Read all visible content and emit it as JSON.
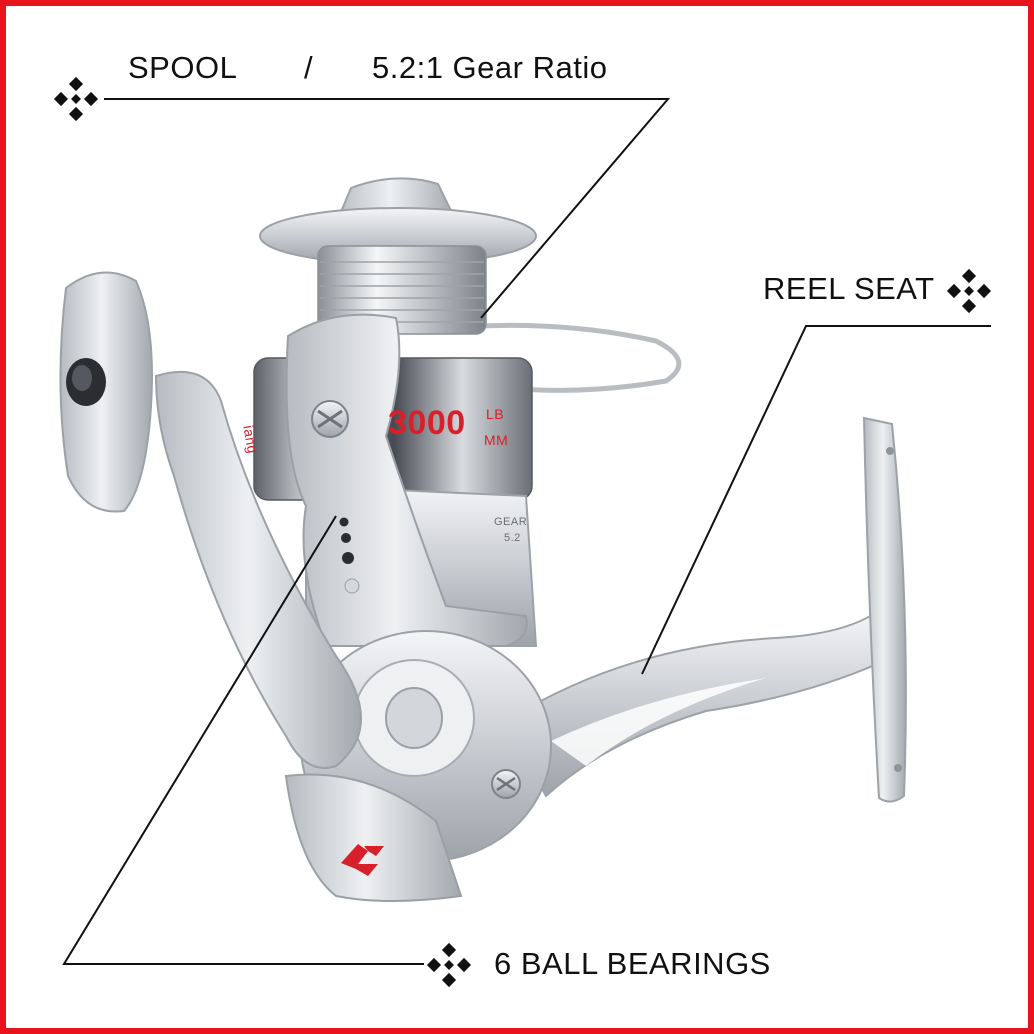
{
  "callouts": {
    "spool": "SPOOL",
    "separator": "/",
    "gear_ratio": "5.2:1 Gear Ratio",
    "reel_seat": "REEL SEAT",
    "ball_bearings": "6 BALL BEARINGS"
  },
  "reel_print": {
    "model": "3000",
    "brand_fragment": "iang",
    "spec_fragment_1": "LB",
    "spec_fragment_2": "MM",
    "gear_fragment_1": "GEAR",
    "gear_fragment_2": "5.2"
  },
  "colors": {
    "border": "#e8141b",
    "accent_red": "#d8202a",
    "text": "#111111",
    "silver": "#c9ccd1"
  },
  "icons": {
    "bullet": "diamond-cluster-icon",
    "logo": "brand-logo-icon"
  }
}
